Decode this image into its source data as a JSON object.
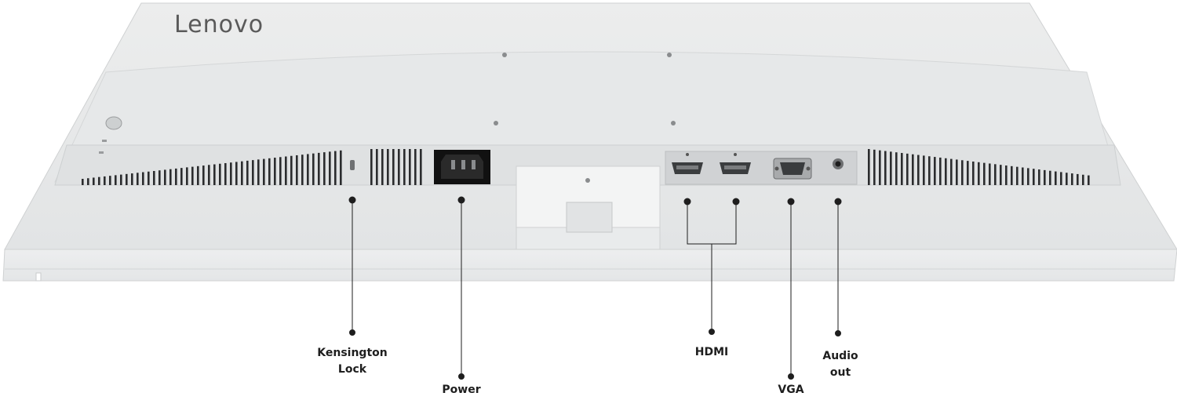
{
  "brand": {
    "logo_text": "Lenovo"
  },
  "callouts": [
    {
      "id": "kensington-lock",
      "label_line1": "Kensington",
      "label_line2": "Lock"
    },
    {
      "id": "power",
      "label_line1": "Power"
    },
    {
      "id": "hdmi",
      "label_line1": "HDMI"
    },
    {
      "id": "vga",
      "label_line1": "VGA"
    },
    {
      "id": "audio-out",
      "label_line1": "Audio",
      "label_line2": "out"
    }
  ],
  "colors": {
    "housing": "#e9eaeb",
    "housing_shadow": "#d9dbdc",
    "port_bay": "#cfd1d3",
    "callout": "#1e1e1e"
  }
}
